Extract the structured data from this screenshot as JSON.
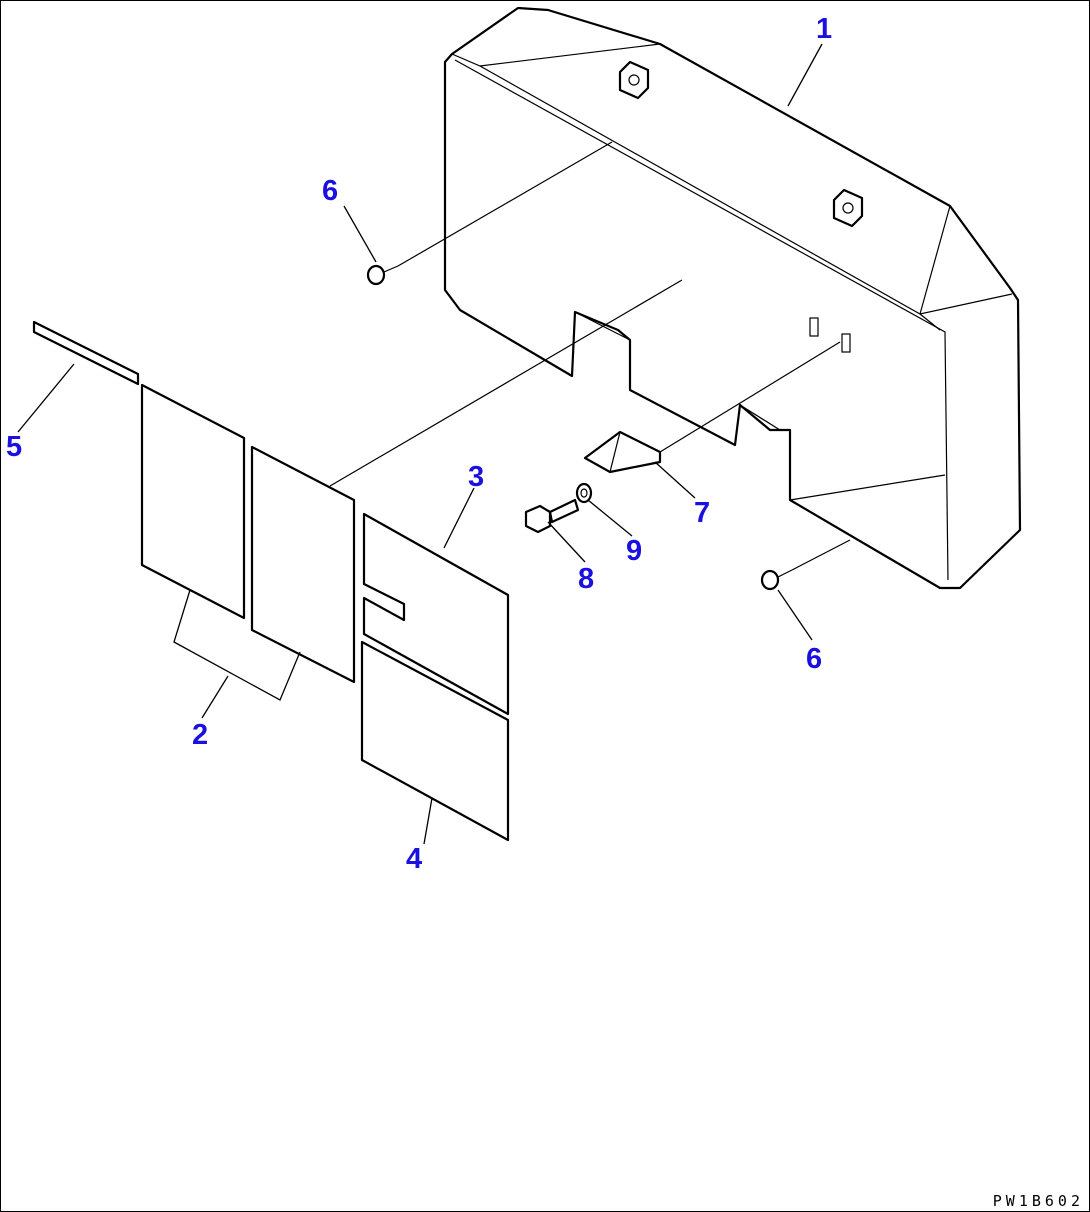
{
  "callouts": [
    "1",
    "2",
    "3",
    "4",
    "5",
    "6",
    "6",
    "7",
    "8",
    "9"
  ],
  "drawing_code": "PW1B602",
  "colors": {
    "callout": "#1a10e0",
    "line": "#000000",
    "background": "#ffffff"
  }
}
